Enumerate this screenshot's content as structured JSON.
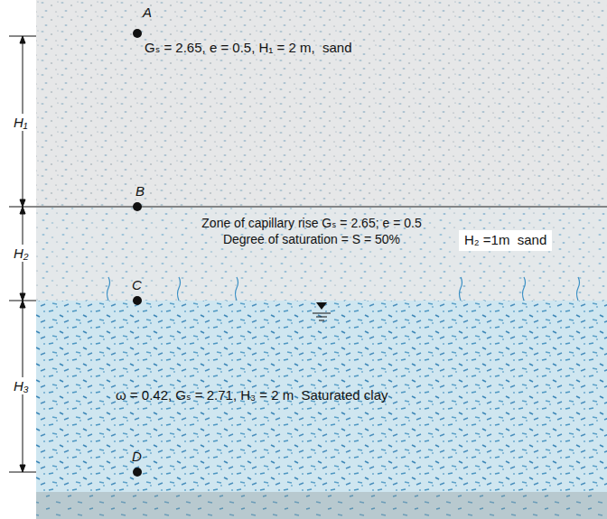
{
  "diagram": {
    "nodes": [
      {
        "text": [
          "Gₛ = 2.65, e = 0.5, H₁ = 2 m,  sand"
        ]
      },
      {
        "text": [
          "Zone of capillary rise Gₛ = 2.65; e = 0.5 Degree of saturation = S = 50%",
          "H₂ =1m  sand"
        ]
      },
      {
        "text": [
          "ω = 0.42, Gₛ = 2.71, H₃ = 2 m  Saturated clay"
        ]
      }
    ],
    "labels": [
      "A",
      "B",
      "C",
      "D",
      "H₁",
      "H₂",
      "H₃"
    ]
  }
}
